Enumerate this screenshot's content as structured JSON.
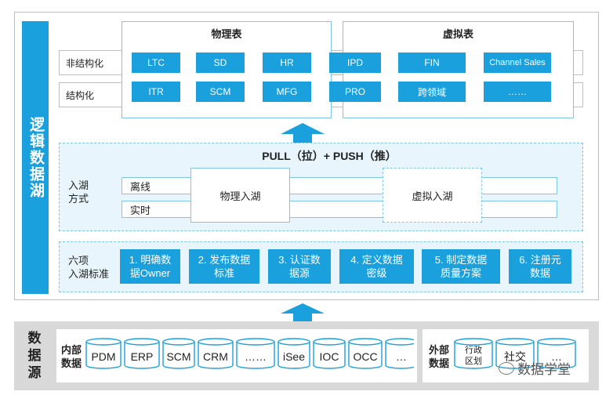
{
  "title": "逻辑数据湖",
  "top": {
    "physical_title": "物理表",
    "virtual_title": "虚拟表",
    "row_unstructured": "非结构化",
    "row_structured": "结构化",
    "unstructured": [
      "LTC",
      "SD",
      "HR",
      "IPD",
      "FIN",
      "Channel Sales"
    ],
    "structured": [
      "ITR",
      "SCM",
      "MFG",
      "PRO",
      "跨领域",
      "……"
    ]
  },
  "ingest": {
    "title": "PULL（拉）+ PUSH（推）",
    "label_line1": "入湖",
    "label_line2": "方式",
    "offline": "离线",
    "realtime": "实时",
    "physical": "物理入湖",
    "virtual": "虚拟入湖"
  },
  "standards": {
    "label_line1": "六项",
    "label_line2": "入湖标准",
    "items": [
      {
        "line1": "1. 明确数",
        "line2": "据Owner"
      },
      {
        "line1": "2. 发布数据",
        "line2": "标准"
      },
      {
        "line1": "3. 认证数",
        "line2": "据源"
      },
      {
        "line1": "4. 定义数据",
        "line2": "密级"
      },
      {
        "line1": "5. 制定数据",
        "line2": "质量方案"
      },
      {
        "line1": "6. 注册元",
        "line2": "数据"
      }
    ]
  },
  "sources": {
    "label": "数据源",
    "internal_line1": "内部",
    "internal_line2": "数据",
    "internal": [
      "PDM",
      "ERP",
      "SCM",
      "CRM",
      "……",
      "iSee",
      "IOC",
      "OCC",
      "…"
    ],
    "external_line1": "外部",
    "external_line2": "数据",
    "external": [
      {
        "line1": "行政",
        "line2": "区划"
      },
      {
        "line1": "社交",
        "line2": ""
      },
      {
        "line1": "…",
        "line2": ""
      }
    ]
  },
  "watermark": "数据学堂",
  "colors": {
    "accent": "#1aa0dc",
    "light": "#e8f5fc",
    "border": "#7dc8ea"
  }
}
